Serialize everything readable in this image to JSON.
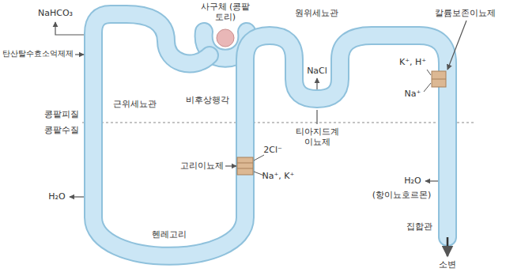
{
  "diagram": {
    "labels": [
      "사구체 (콩팥토리)",
      "NaHCO₃",
      "탄산탈수효소억제제",
      "근위세뇨관",
      "비후상행각",
      "원위세뇨관",
      "NaCl",
      "티아지드계 이뇨제",
      "칼륨보존이뇨제",
      "K⁺, H⁺",
      "Na⁺",
      "콩팥피질",
      "콩팥수질",
      "고리이뇨제",
      "2Cl⁻",
      "Na⁺, K⁺",
      "H₂O",
      "헨레고리",
      "H₂O",
      "(항이뇨호르몬)",
      "집합관",
      "소변"
    ]
  }
}
